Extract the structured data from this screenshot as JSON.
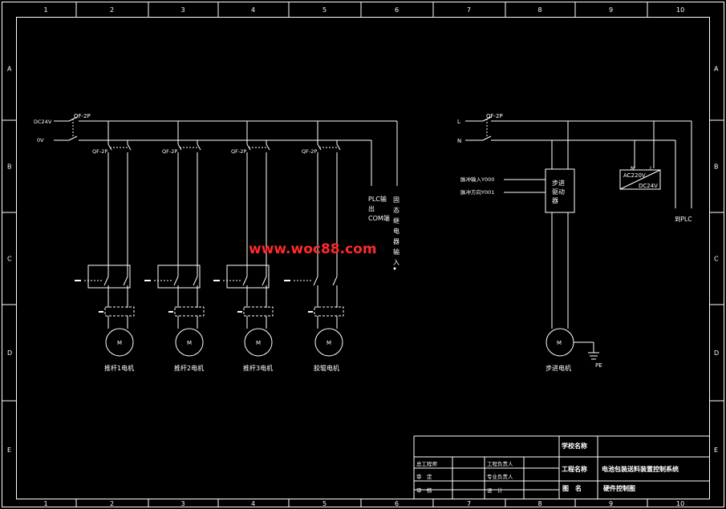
{
  "border": {
    "column_labels": [
      "1",
      "2",
      "3",
      "4",
      "5",
      "6",
      "7",
      "8",
      "9",
      "10"
    ],
    "row_labels": [
      "A",
      "B",
      "C",
      "D",
      "E"
    ]
  },
  "dc_circuit": {
    "supply_plus": "DC24V",
    "supply_zero": "0V",
    "main_breaker": "QF-2P",
    "branches": [
      {
        "breaker": "QF-2P",
        "motor": "M",
        "label": "推杆1电机"
      },
      {
        "breaker": "QF-2P",
        "motor": "M",
        "label": "推杆2电机"
      },
      {
        "breaker": "QF-2P",
        "motor": "M",
        "label": "推杆3电机"
      },
      {
        "breaker": "QF-2P",
        "motor": "M",
        "label": "胶辊电机"
      }
    ],
    "plc_output_label": [
      "PLC输",
      "出",
      "COM端"
    ],
    "relay_input_label": [
      "固",
      "态",
      "继",
      "电",
      "器",
      "输",
      "入"
    ]
  },
  "ac_circuit": {
    "line_l": "L",
    "line_n": "N",
    "main_breaker": "QF-2P",
    "driver_inputs": [
      "脉冲输入Y000",
      "脉冲方向Y001"
    ],
    "driver_label": [
      "步进",
      "驱动",
      "器"
    ],
    "converter_in": "AC220V",
    "converter_out": "DC24V",
    "converter_pin_n": "N",
    "converter_pin_l": "L",
    "to_plc": "到PLC",
    "motor": "M",
    "motor_label": "步进电机",
    "pe": "PE"
  },
  "watermark": "www.woc88.com",
  "title_block": {
    "school_label": "学校名称",
    "school_value": "",
    "project_label": "工程名称",
    "project_value": "电池包装送料装置控制系统",
    "drawing_label": "图　名",
    "drawing_value": "硬件控制图",
    "roles": [
      [
        "总工程师",
        "",
        "工程负责人",
        ""
      ],
      [
        "审　定",
        "",
        "专业负责人",
        ""
      ],
      [
        "审　核",
        "",
        "设　计",
        ""
      ]
    ]
  }
}
